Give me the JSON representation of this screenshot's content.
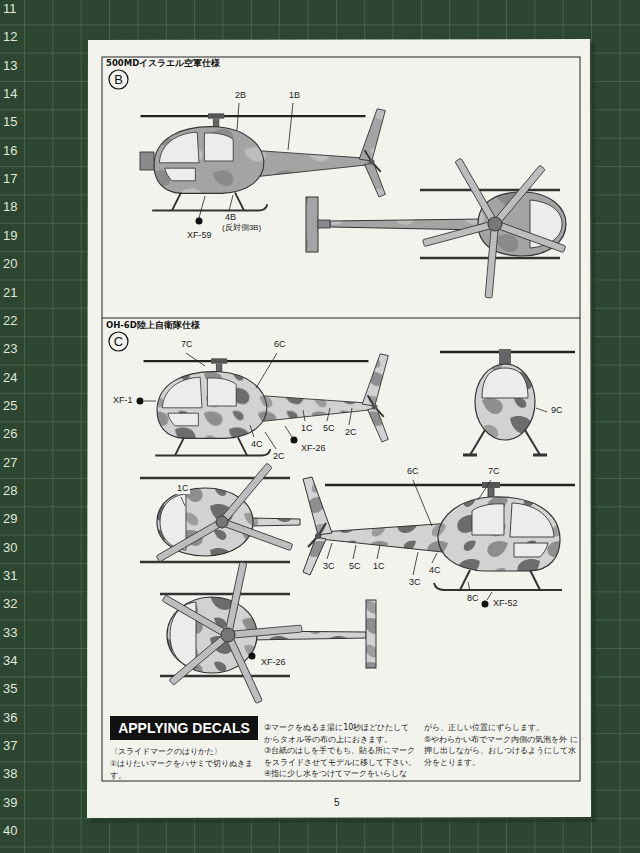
{
  "diagram": {
    "nodes": [
      {
        "text": [
          "B",
          "500MDイスラエル空軍仕様"
        ]
      },
      {
        "text": [
          "C",
          "OH-6D陸上自衛隊仕様"
        ]
      },
      {
        "text": [
          "APPLYING DECALS"
        ]
      }
    ],
    "labels": [
      "11",
      "12",
      "13",
      "14",
      "15",
      "16",
      "17",
      "18",
      "19",
      "20",
      "21",
      "22",
      "23",
      "24",
      "25",
      "26",
      "27",
      "28",
      "29",
      "30",
      "31",
      "32",
      "33",
      "34",
      "35",
      "36",
      "37",
      "38",
      "39",
      "40",
      "2B",
      "1B",
      "XF-59",
      "4B",
      "(反対側3B)",
      "7C",
      "6C",
      "XF-1",
      "1C",
      "5C",
      "2C",
      "4C",
      "XF-26",
      "2C",
      "9C",
      "1C",
      "6C",
      "7C",
      "3C",
      "5C",
      "1C",
      "3C",
      "4C",
      "8C",
      "XF-52",
      "XF-26",
      "〈スライドマークのはりかた〉",
      "①はりたいマークをハサミで切りぬきます。",
      "②マークをぬるま湯に10秒ほどひたして からタオル等の布の上におきます。",
      "③台紙のはしを手でもち、貼る所にマーク をスライドさせてモデルに移して下さい。",
      "④指に少し水をつけてマークをいらしな",
      "がら、正しい位置にずらします。",
      "⑤やわらかい布でマーク内側の気泡を外 に押し出しながら、おしつけるようにして水 分をとります。",
      "5"
    ]
  }
}
